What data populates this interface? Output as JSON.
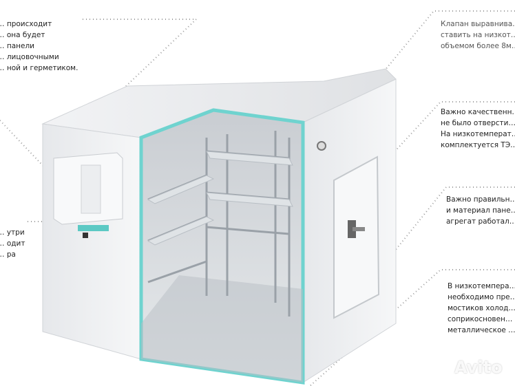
{
  "annotations": {
    "top_left": [
      "… происходит",
      "… она будет",
      "… панели",
      "… лицовочными",
      "… ной и герметиком."
    ],
    "mid_left": [
      "… утри",
      "… одит",
      "… ра"
    ],
    "right_1": [
      "Клапан выравнива…",
      "ставить на низкот…",
      "объемом более 8м…"
    ],
    "right_2": [
      "Важно качественн…",
      "не было отверсти…",
      "На низкотемперат…",
      "комплектуется ТЭ…"
    ],
    "right_3": [
      "Важно правильн…",
      "и материал пане…",
      "агрегат работал…"
    ],
    "right_4": [
      "В низкотемпера…",
      "необходимо пре…",
      "мостиков холод…",
      "соприкосновен…",
      "металлическое …"
    ]
  },
  "watermark": "Avito",
  "colors": {
    "accent": "#6fd3cf",
    "wall": "#e9eaec",
    "line": "#999999"
  }
}
